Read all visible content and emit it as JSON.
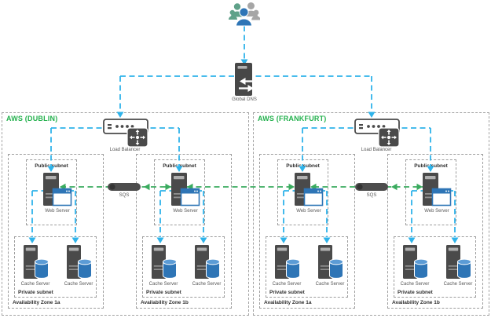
{
  "labels": {
    "global_dns": "Global DNS",
    "load_balancer": "Load Balancer",
    "sqs": "SQS",
    "public_subnet": "Public subnet",
    "private_subnet": "Private subnet",
    "web_server": "Web Server",
    "cache_server": "Cache Server"
  },
  "regions": [
    {
      "name": "AWS (DUBLIN)",
      "zones": [
        {
          "name": "Availability Zone 1a"
        },
        {
          "name": "Availability Zone 1b"
        }
      ]
    },
    {
      "name": "AWS (FRANKFURT)",
      "zones": [
        {
          "name": "Availability Zone 1a"
        },
        {
          "name": "Availability Zone 1b"
        }
      ]
    }
  ],
  "icons": {
    "users": "users-icon",
    "global_dns": "dns-server-icon",
    "load_balancer": "load-balancer-icon",
    "web_server": "web-server-icon",
    "cache_server": "cache-server-icon",
    "sqs": "sqs-queue-icon"
  },
  "colors": {
    "flow_primary": "#2fb3ea",
    "flow_secondary": "#3aab5e",
    "region_title": "#23b14d",
    "icon_dark": "#4a4a4a",
    "icon_blue": "#2e75b6",
    "box_border": "#9c9c9c"
  }
}
